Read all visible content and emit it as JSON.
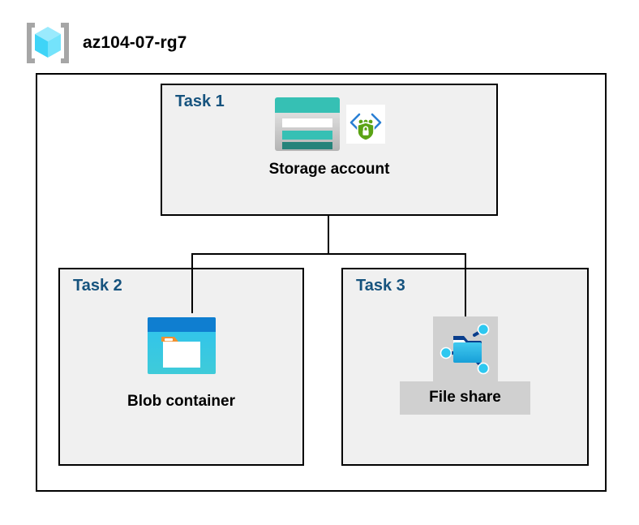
{
  "header": {
    "icon": "resource-group-icon",
    "title": "az104-07-rg7"
  },
  "container": {
    "name": "resource-group-container"
  },
  "tasks": [
    {
      "id": "task-1",
      "label": "Task 1",
      "node": {
        "caption": "Storage account",
        "icons": [
          "storage-account-icon",
          "secure-api-shield-icon"
        ],
        "highlighted": false
      }
    },
    {
      "id": "task-2",
      "label": "Task 2",
      "node": {
        "caption": "Blob container",
        "icons": [
          "blob-container-icon"
        ],
        "highlighted": false
      }
    },
    {
      "id": "task-3",
      "label": "Task 3",
      "node": {
        "caption": "File share",
        "icons": [
          "file-share-icon"
        ],
        "highlighted": true
      }
    }
  ],
  "connectors": [
    {
      "name": "connector-storage-to-bus",
      "from": "Storage account",
      "to": "bus"
    },
    {
      "name": "connector-bus",
      "from": "bus",
      "to": "bus"
    },
    {
      "name": "connector-bus-to-blob",
      "from": "bus",
      "to": "Blob container"
    },
    {
      "name": "connector-bus-to-fileshare",
      "from": "bus",
      "to": "File share"
    }
  ],
  "colors": {
    "task_label": "#16537e",
    "task_fill": "#f0f0f0",
    "border": "#000000",
    "highlight": "#d0d0d0",
    "storage_teal": "#36c0b4",
    "storage_teal_dark": "#25837a",
    "blob_blue": "#0f7ed0",
    "blob_cyan": "#34c6e8",
    "blob_orange": "#f09030",
    "fileshare_cyan": "#2ec8f0",
    "fileshare_navy": "#0a3e8c",
    "shield_green": "#5aa314",
    "rg_cube_cyan": "#69e0fb",
    "rg_bracket_gray": "#a6a6a6"
  }
}
